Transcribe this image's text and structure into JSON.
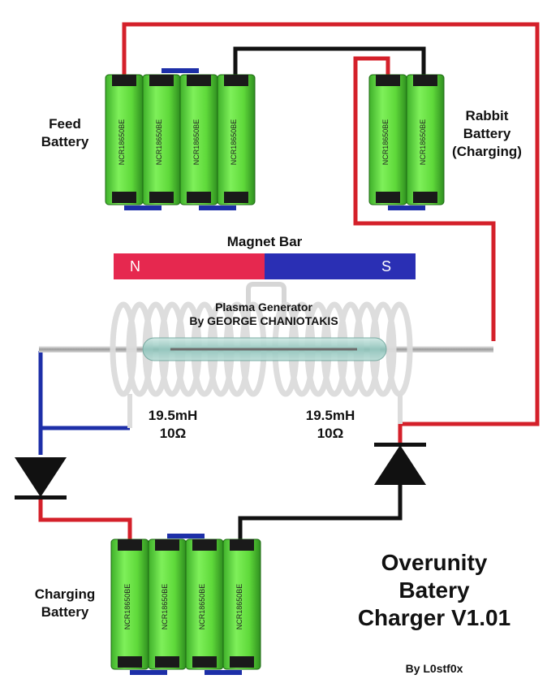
{
  "labels": {
    "feed_battery": [
      "Feed",
      "Battery"
    ],
    "rabbit_battery": [
      "Rabbit",
      "Battery",
      "(Charging)"
    ],
    "charging_battery": [
      "Charging",
      "Battery"
    ],
    "magnet_bar": "Magnet Bar",
    "magnet_n": "N",
    "magnet_s": "S",
    "generator": [
      "Plasma Generator",
      "By GEORGE CHANIOTAKIS"
    ],
    "coil_left": [
      "19.5mH",
      "10Ω"
    ],
    "coil_right": [
      "19.5mH",
      "10Ω"
    ],
    "cell_print": "NCR18650BE"
  },
  "title": [
    "Overunity",
    "Batery",
    "Charger V1.01"
  ],
  "author": "By L0stf0x",
  "colors": {
    "wire_red": "#d4202a",
    "wire_black": "#111111",
    "wire_blue": "#1d2fa8",
    "cell_green": "#5fd93a",
    "magnet_n": "#e6284f",
    "magnet_s": "#2a2fb4"
  }
}
